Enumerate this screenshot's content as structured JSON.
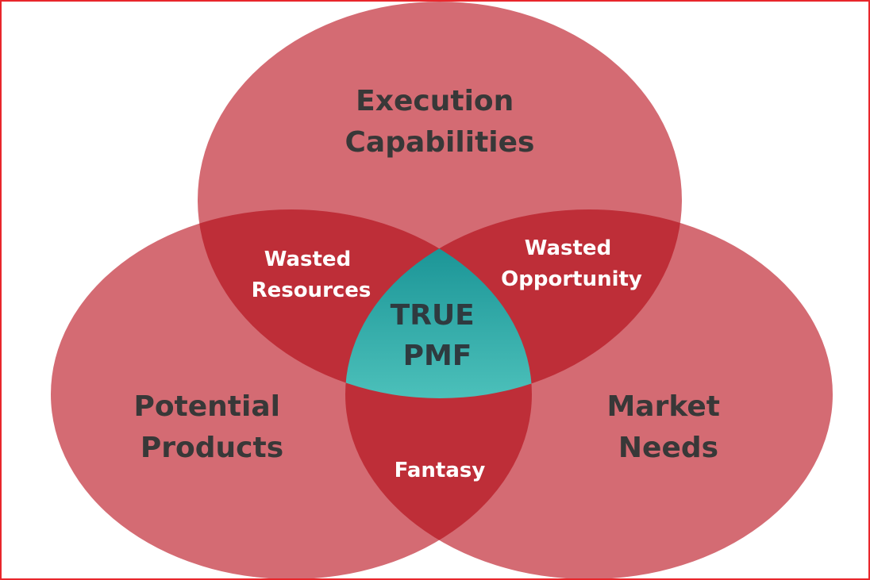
{
  "colors": {
    "circle_fill": "#d46b73",
    "overlap_fill": "#be2e38",
    "center_gradient_top": "#0f8a8e",
    "center_gradient_bottom": "#86f4e4",
    "border": "#e8262b"
  },
  "sets": {
    "top": {
      "line1": "Execution",
      "line2": "Capabilities"
    },
    "left": {
      "line1": "Potential",
      "line2": "Products"
    },
    "right": {
      "line1": "Market",
      "line2": "Needs"
    }
  },
  "overlaps": {
    "top_left": {
      "line1": "Wasted",
      "line2": "Resources"
    },
    "top_right": {
      "line1": "Wasted",
      "line2": "Opportunity"
    },
    "left_right": {
      "line1": "Fantasy"
    }
  },
  "center": {
    "line1": "TRUE",
    "line2": "PMF"
  }
}
